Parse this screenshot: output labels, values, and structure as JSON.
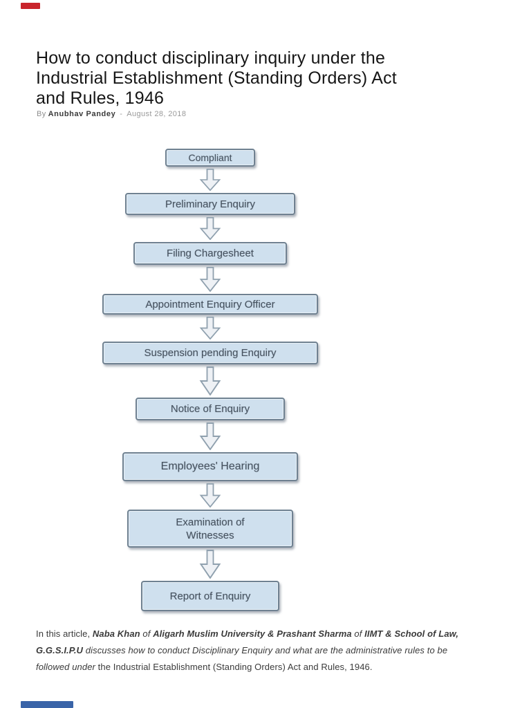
{
  "artifacts": {
    "top_strip_color": "#c9242b",
    "bottom_strip_color": "#3a64a8"
  },
  "article": {
    "title_lines": [
      "How to conduct disciplinary inquiry under the",
      "Industrial Establishment (Standing Orders) Act",
      "and Rules, 1946"
    ],
    "byline": {
      "prefix": "By",
      "author": "Anubhav Pandey",
      "separator": "-",
      "date": "August 28, 2018"
    }
  },
  "flowchart": {
    "type": "flow-diagram",
    "direction": "top-down",
    "box_fill_color": "#cfe0ee",
    "box_border_color": "#6f8191",
    "arrow_style": "hollow-block-arrow",
    "steps": [
      {
        "label": "Compliant"
      },
      {
        "label": "Preliminary Enquiry"
      },
      {
        "label": "Filing Chargesheet"
      },
      {
        "label": "Appointment Enquiry Officer"
      },
      {
        "label": "Suspension pending Enquiry"
      },
      {
        "label": "Notice of Enquiry"
      },
      {
        "label": "Employees' Hearing"
      },
      {
        "label": "Examination of Witnesses"
      },
      {
        "label": "Report of Enquiry"
      }
    ]
  },
  "footer_paragraph": {
    "segments": [
      {
        "text": "In this article, ",
        "style": "regular"
      },
      {
        "text": "Naba Khan",
        "style": "bold-italic"
      },
      {
        "text": " of ",
        "style": "italic"
      },
      {
        "text": "Aligarh Muslim University & Prashant Sharma",
        "style": "bold-italic"
      },
      {
        "text": " of ",
        "style": "italic"
      },
      {
        "text": "IIMT & School of Law, G.G.S.I.P.U",
        "style": "bold-italic"
      },
      {
        "text": " discusses how to conduct Disciplinary Enquiry and what are the administrative rules to be followed under",
        "style": "italic"
      },
      {
        "text": " the Industrial Establishment (Standing Orders) Act and Rules, 1946.",
        "style": "regular"
      }
    ]
  },
  "icons": {
    "flow_arrow": "down-block-arrow-icon"
  }
}
